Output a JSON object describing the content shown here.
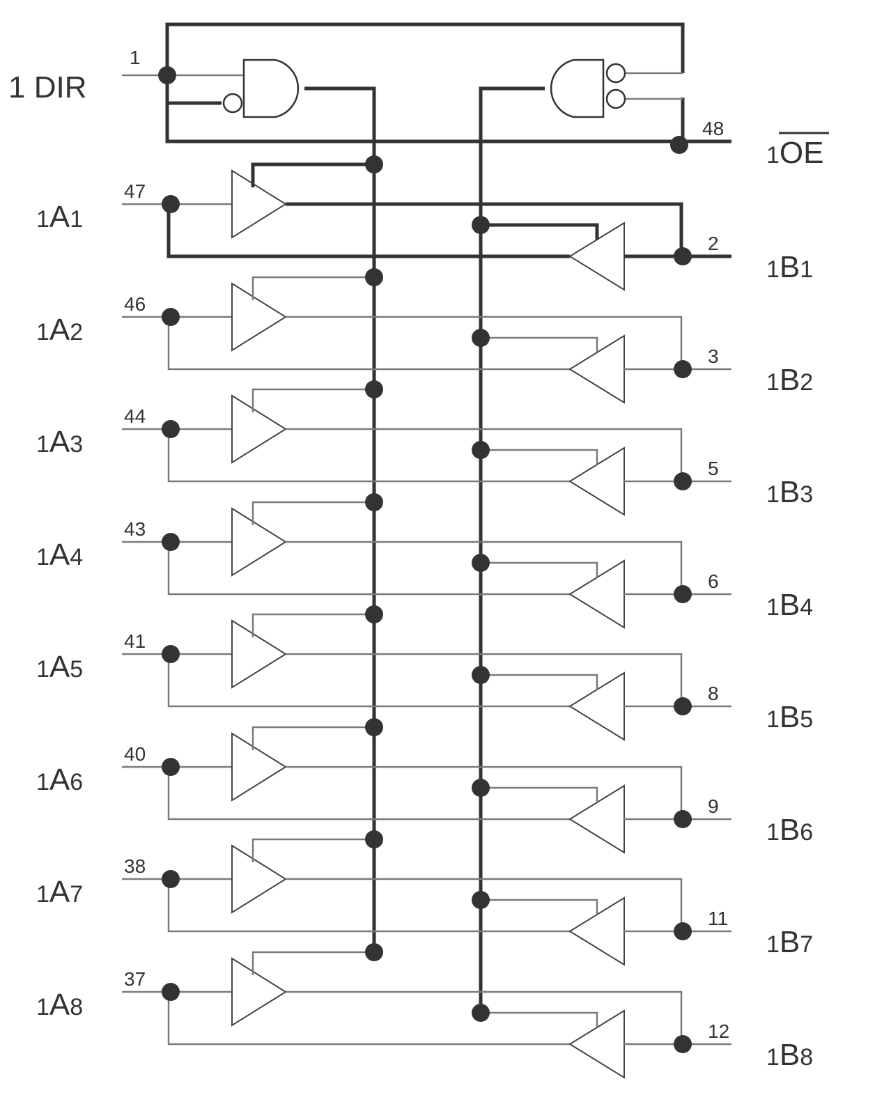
{
  "control": {
    "dir_label": "1 DIR",
    "dir_pin": "1",
    "oe_prefix": "1",
    "oe_label": "OE",
    "oe_pin": "48"
  },
  "channels": [
    {
      "a_prefix": "1",
      "a_name": "A",
      "a_sub": "1",
      "a_pin": "47",
      "b_prefix": "1",
      "b_name": "B",
      "b_sub": "1",
      "b_pin": "2"
    },
    {
      "a_prefix": "1",
      "a_name": "A",
      "a_sub": "2",
      "a_pin": "46",
      "b_prefix": "1",
      "b_name": "B",
      "b_sub": "2",
      "b_pin": "3"
    },
    {
      "a_prefix": "1",
      "a_name": "A",
      "a_sub": "3",
      "a_pin": "44",
      "b_prefix": "1",
      "b_name": "B",
      "b_sub": "3",
      "b_pin": "5"
    },
    {
      "a_prefix": "1",
      "a_name": "A",
      "a_sub": "4",
      "a_pin": "43",
      "b_prefix": "1",
      "b_name": "B",
      "b_sub": "4",
      "b_pin": "6"
    },
    {
      "a_prefix": "1",
      "a_name": "A",
      "a_sub": "5",
      "a_pin": "41",
      "b_prefix": "1",
      "b_name": "B",
      "b_sub": "5",
      "b_pin": "8"
    },
    {
      "a_prefix": "1",
      "a_name": "A",
      "a_sub": "6",
      "a_pin": "40",
      "b_prefix": "1",
      "b_name": "B",
      "b_sub": "6",
      "b_pin": "9"
    },
    {
      "a_prefix": "1",
      "a_name": "A",
      "a_sub": "7",
      "a_pin": "38",
      "b_prefix": "1",
      "b_name": "B",
      "b_sub": "7",
      "b_pin": "11"
    },
    {
      "a_prefix": "1",
      "a_name": "A",
      "a_sub": "8",
      "a_pin": "37",
      "b_prefix": "1",
      "b_name": "B",
      "b_sub": "8",
      "b_pin": "12"
    }
  ]
}
